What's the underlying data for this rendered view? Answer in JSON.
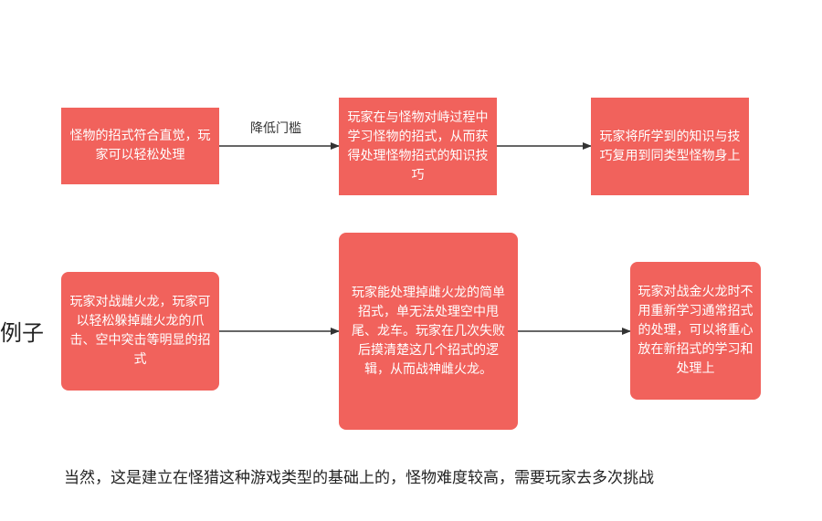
{
  "colors": {
    "node_fill": "#f1625c",
    "node_text": "#ffffff",
    "arrow": "#333333"
  },
  "row1": {
    "node1": "怪物的招式符合直觉，玩家可以轻松处理",
    "edge1_label": "降低门槛",
    "node2": "玩家在与怪物对峙过程中学习怪物的招式，从而获得处理怪物招式的知识技巧",
    "node3": "玩家将所学到的知识与技巧复用到同类型怪物身上"
  },
  "row2": {
    "side_label": "例子",
    "node1": "玩家对战雌火龙，玩家可以轻松躲掉雌火龙的爪击、空中突击等明显的招式",
    "node2": "玩家能处理掉雌火龙的简单招式，单无法处理空中甩尾、龙车。玩家在几次失败后摸清楚这几个招式的逻辑，从而战神雌火龙。",
    "node3": "玩家对战金火龙时不用重新学习通常招式的处理，可以将重心放在新招式的学习和处理上"
  },
  "footer": {
    "note": "当然，这是建立在怪猎这种游戏类型的基础上的，怪物难度较高，需要玩家去多次挑战"
  }
}
